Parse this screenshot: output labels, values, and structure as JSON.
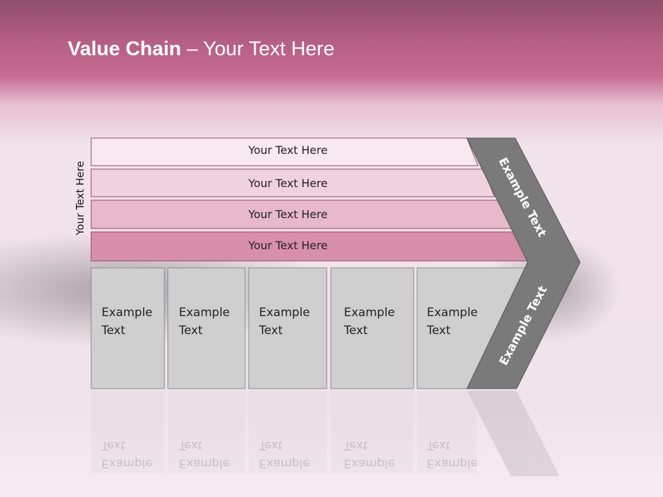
{
  "title": {
    "bold": "Value Chain",
    "rest": " – Your Text Here"
  },
  "side_label": "Your Text Here",
  "rows": [
    "Your Text Here",
    "Your Text Here",
    "Your Text Here",
    "Your Text Here"
  ],
  "boxes": [
    {
      "line1": "Example",
      "line2": "Text"
    },
    {
      "line1": "Example",
      "line2": "Text"
    },
    {
      "line1": "Example",
      "line2": "Text"
    },
    {
      "line1": "Example",
      "line2": "Text"
    },
    {
      "line1": "Example",
      "line2": "Text"
    }
  ],
  "chevron": {
    "top_label": "Example Text",
    "bottom_label": "Example Text"
  },
  "colors": {
    "header": "#c66b90",
    "row1": "#f8e8ef",
    "row2": "#f0d1de",
    "row3": "#e8b8cb",
    "row4": "#d88fab",
    "box": "#cfcfcf",
    "chevron": "#7a7a7a"
  }
}
